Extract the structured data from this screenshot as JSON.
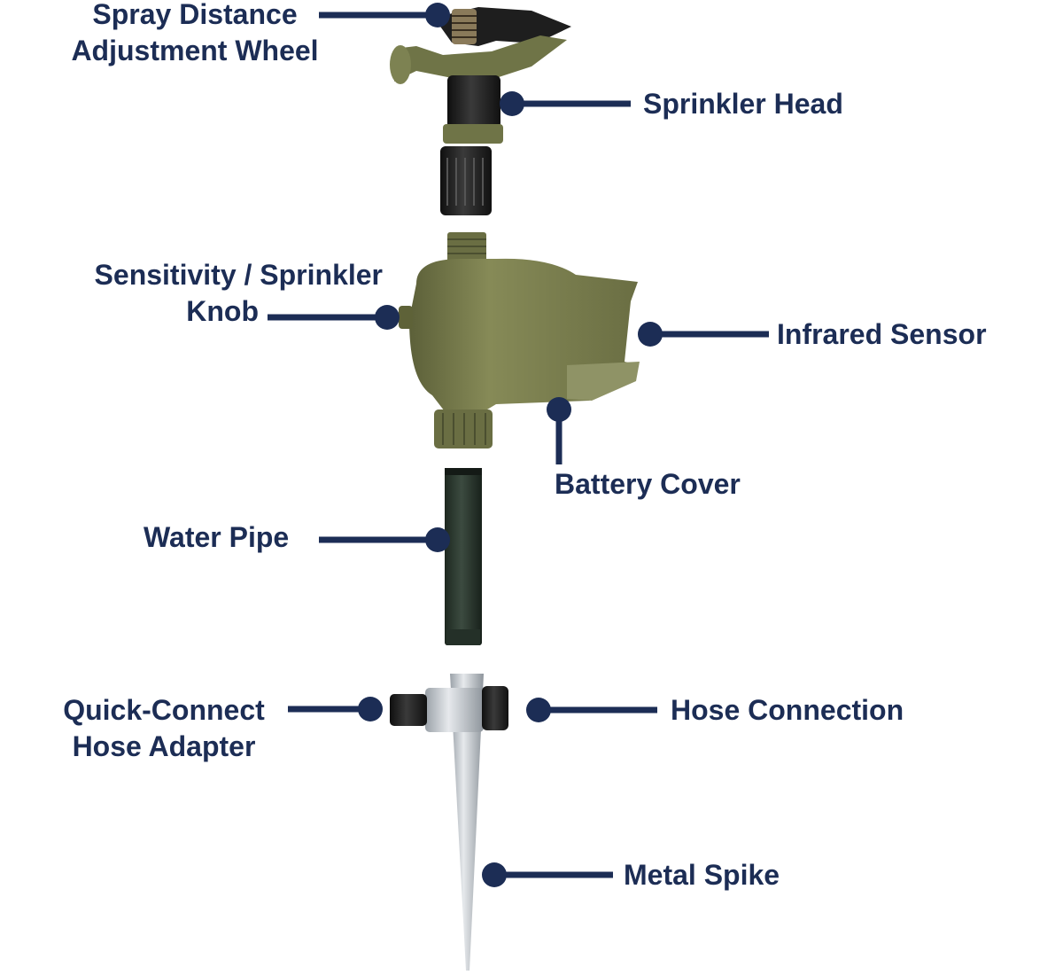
{
  "colors": {
    "callout": "#1c2d55",
    "housing": "#7b7f4f",
    "housing_dark": "#545836",
    "black_part": "#1e1e1e",
    "pipe": "#2c3a30",
    "metal": "#c7ccd1"
  },
  "labels": {
    "spray_wheel": [
      "Spray Distance",
      "Adjustment Wheel"
    ],
    "sprinkler_head": "Sprinkler Head",
    "sensitivity_knob": [
      "Sensitivity / Sprinkler",
      "Knob"
    ],
    "infrared_sensor": "Infrared Sensor",
    "battery_cover": "Battery Cover",
    "water_pipe": "Water Pipe",
    "quick_connect": [
      "Quick-Connect",
      "Hose Adapter"
    ],
    "hose_connection": "Hose Connection",
    "metal_spike": "Metal Spike"
  }
}
